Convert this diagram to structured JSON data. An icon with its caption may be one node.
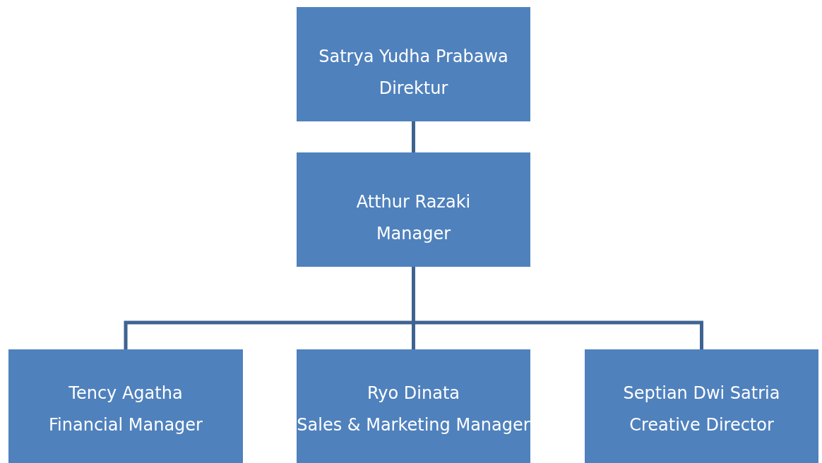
{
  "diagram": {
    "nodes": [
      {
        "text": [
          "Satrya Yudha Prabawa",
          "Direktur"
        ]
      },
      {
        "text": [
          "Atthur Razaki",
          "Manager"
        ]
      },
      {
        "text": [
          "Tency Agatha",
          "Financial Manager"
        ]
      },
      {
        "text": [
          "Ryo Dinata",
          "Sales & Marketing Manager"
        ]
      },
      {
        "text": [
          "Septian Dwi Satria",
          "Creative Director"
        ]
      }
    ],
    "edges": [
      {
        "from": 0,
        "to": 1,
        "arrow": "none"
      },
      {
        "from": 1,
        "to": 2,
        "arrow": "none"
      },
      {
        "from": 1,
        "to": 3,
        "arrow": "none"
      },
      {
        "from": 1,
        "to": 4,
        "arrow": "none"
      }
    ]
  }
}
